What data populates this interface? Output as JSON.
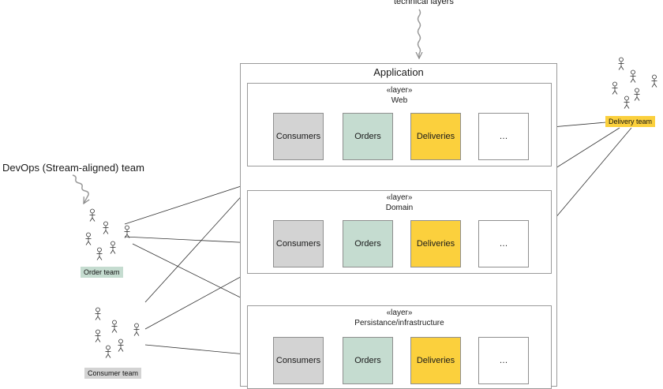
{
  "annotations": {
    "technical_layers": "technical layers",
    "devops_team": "DevOps (Stream-aligned) team"
  },
  "application": {
    "title": "Application",
    "layers": [
      {
        "stereotype": "«layer»",
        "name": "Web",
        "components": [
          "Consumers",
          "Orders",
          "Deliveries",
          "…"
        ]
      },
      {
        "stereotype": "«layer»",
        "name": "Domain",
        "components": [
          "Consumers",
          "Orders",
          "Deliveries",
          "…"
        ]
      },
      {
        "stereotype": "«layer»",
        "name": "Persistance/infrastructure",
        "components": [
          "Consumers",
          "Orders",
          "Deliveries",
          "…"
        ]
      }
    ]
  },
  "teams": {
    "order": "Order team",
    "consumer": "Consumer team",
    "delivery": "Delivery team"
  },
  "colors": {
    "consumers": "#d3d3d3",
    "orders": "#c5dcd0",
    "deliveries": "#fbd03d",
    "order_team_badge": "#c5dcd0",
    "consumer_team_badge": "#d3d3d3",
    "delivery_team_badge": "#fbd03d",
    "line": "#333333"
  }
}
